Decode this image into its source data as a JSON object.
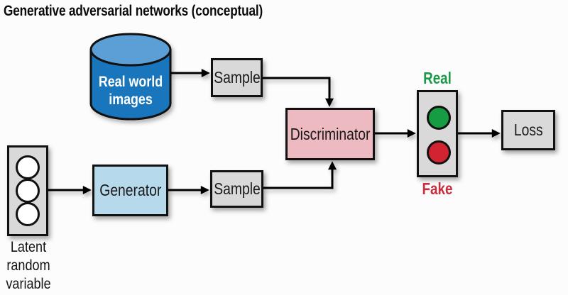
{
  "title": "Generative adversarial networks (conceptual)",
  "nodes": {
    "real_world_images": {
      "line1": "Real world",
      "line2": "images"
    },
    "sample_top": {
      "label": "Sample"
    },
    "generator": {
      "label": "Generator"
    },
    "sample_bottom": {
      "label": "Sample"
    },
    "discriminator": {
      "label": "Discriminator"
    },
    "indicator": {
      "real_label": "Real",
      "fake_label": "Fake"
    },
    "loss": {
      "label": "Loss"
    },
    "latent": {
      "line1": "Latent",
      "line2": "random",
      "line3": "variable"
    }
  },
  "edges": [
    {
      "from": "real-world-images",
      "to": "sample-top"
    },
    {
      "from": "sample-top",
      "to": "discriminator"
    },
    {
      "from": "latent-random-variable",
      "to": "generator"
    },
    {
      "from": "generator",
      "to": "sample-bottom"
    },
    {
      "from": "sample-bottom",
      "to": "discriminator"
    },
    {
      "from": "discriminator",
      "to": "indicator"
    },
    {
      "from": "indicator",
      "to": "loss"
    }
  ],
  "colors": {
    "background": "#fcfcfc",
    "cylinder_body": "#1a76bc",
    "cylinder_top": "#5c9ed6",
    "cylinder_text": "#ffffff",
    "box_fill": "#d9d9d9",
    "generator_fill": "#b7d9ec",
    "discriminator_fill": "#ecbac0",
    "border": "#111111",
    "arrow": "#000000",
    "circle_green": "#169c43",
    "circle_red": "#d02530",
    "real_green": "#1a9a48",
    "fake_red": "#c5303c"
  }
}
